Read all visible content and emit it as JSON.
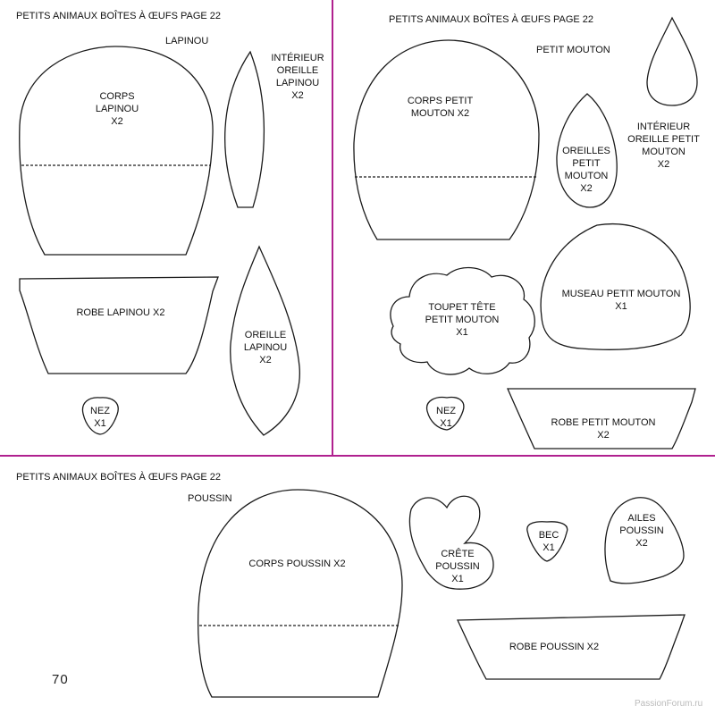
{
  "panels": {
    "rabbit": {
      "header": "PETITS ANIMAUX BOÎTES À ŒUFS PAGE 22",
      "subtitle": "LAPINOU",
      "labels": {
        "body": "CORPS\nLAPINOU\nX2",
        "inner_ear": "INTÉRIEUR\nOREILLE\nLAPINOU\nX2",
        "dress": "ROBE LAPINOU X2",
        "ear": "OREILLE\nLAPINOU\nX2",
        "nose": "NEZ\nX1"
      }
    },
    "sheep": {
      "header": "PETITS ANIMAUX BOÎTES À ŒUFS PAGE 22",
      "subtitle": "PETIT MOUTON",
      "labels": {
        "body": "CORPS PETIT\nMOUTON X2",
        "ears": "OREILLES\nPETIT\nMOUTON\nX2",
        "inner_ear": "INTÉRIEUR\nOREILLE PETIT\nMOUTON\nX2",
        "tuft": "TOUPET TÊTE\nPETIT MOUTON\nX1",
        "muzzle": "MUSEAU PETIT MOUTON\nX1",
        "nose": "NEZ\nX1",
        "dress": "ROBE PETIT MOUTON\nX2"
      }
    },
    "chick": {
      "header": "PETITS ANIMAUX BOÎTES À ŒUFS PAGE 22",
      "subtitle": "POUSSIN",
      "labels": {
        "body": "CORPS POUSSIN X2",
        "crest": "CRÊTE\nPOUSSIN\nX1",
        "beak": "BEC\nX1",
        "wings": "AILES\nPOUSSIN\nX2",
        "dress": "ROBE POUSSIN X2"
      }
    }
  },
  "page_number": "70",
  "watermark": "PassionForum.ru",
  "colors": {
    "divider": "#b0208f",
    "outline": "#1a1a1a"
  }
}
